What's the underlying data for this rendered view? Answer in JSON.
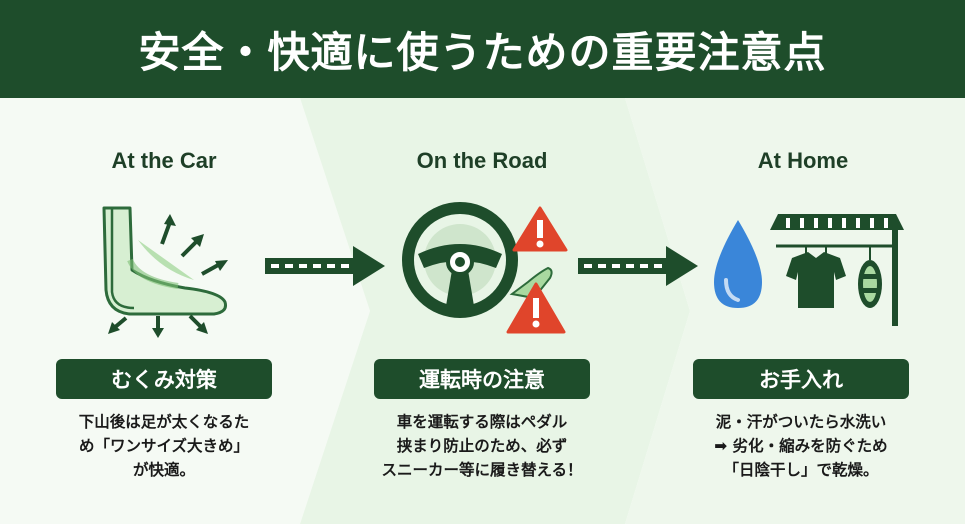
{
  "title": "安全・快適に使うための重要注意点",
  "colors": {
    "header_bg": "#1e4d2b",
    "accent_green": "#1e4d2b",
    "light_green": "#e8f5e6",
    "warning_red": "#e0452b",
    "water_blue": "#3a86d9"
  },
  "columns": [
    {
      "title": "At the Car",
      "badge": "むくみ対策",
      "lines": [
        "下山後は足が太くなるた",
        "め「ワンサイズ大きめ」",
        "が快適。"
      ],
      "icon": "foot-swelling-icon"
    },
    {
      "title": "On the Road",
      "badge": "運転時の注意",
      "lines": [
        "車を運転する際はペダル",
        "挟まり防止のため、必ず",
        "スニーカー等に履き替える！"
      ],
      "icon": "steering-wheel-warning-icon"
    },
    {
      "title": "At Home",
      "badge": "お手入れ",
      "lines": [
        "泥・汗がついたら水洗い",
        "➡ 劣化・縮みを防ぐため",
        "「日陰干し」で乾燥。"
      ],
      "icon": "wash-and-shade-dry-icon"
    }
  ]
}
